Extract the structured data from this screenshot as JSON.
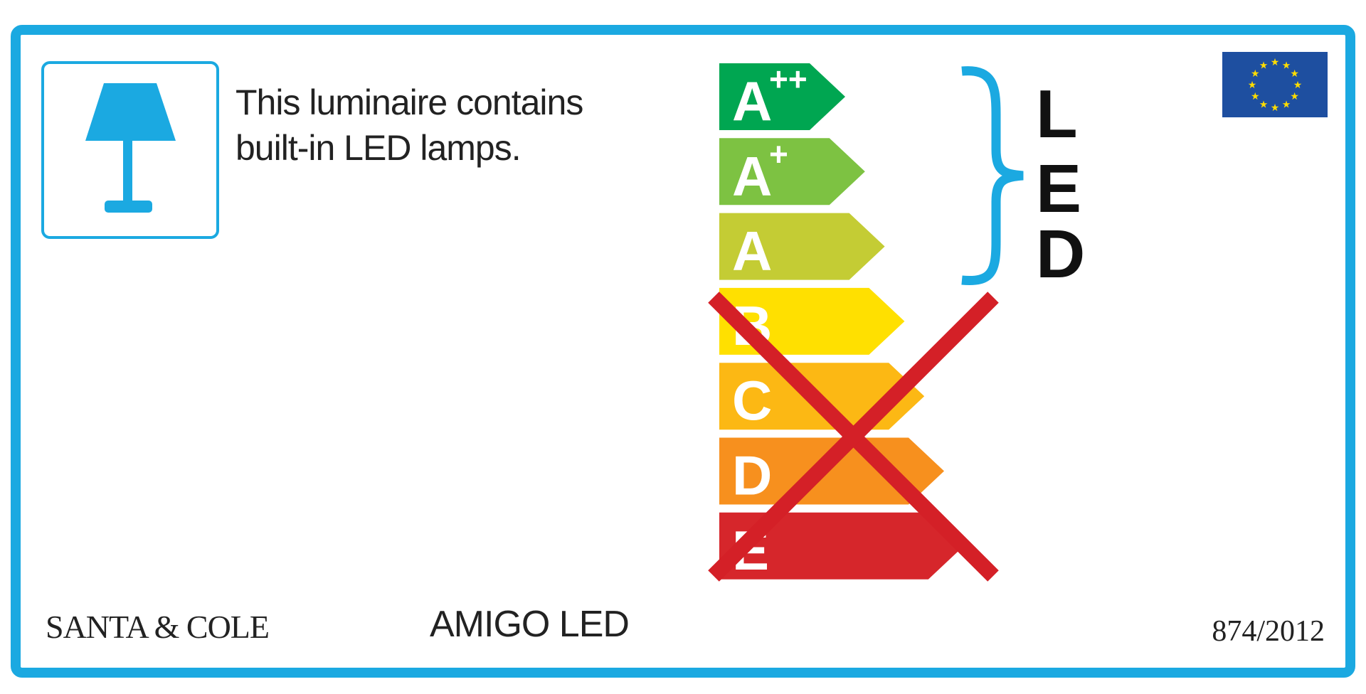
{
  "description": [
    "This luminaire contains",
    "built-in LED lamps."
  ],
  "led_label": [
    "L",
    "E",
    "D"
  ],
  "classes": [
    {
      "label": "A",
      "sup": "++",
      "color": "#00a651",
      "crossed": false
    },
    {
      "label": "A",
      "sup": "+",
      "color": "#7dc242",
      "crossed": false
    },
    {
      "label": "A",
      "sup": "",
      "color": "#c4cc34",
      "crossed": false
    },
    {
      "label": "B",
      "sup": "",
      "color": "#ffe000",
      "crossed": true
    },
    {
      "label": "C",
      "sup": "",
      "color": "#fcb814",
      "crossed": true
    },
    {
      "label": "D",
      "sup": "",
      "color": "#f7901e",
      "crossed": true
    },
    {
      "label": "E",
      "sup": "",
      "color": "#d6262b",
      "crossed": true
    }
  ],
  "colors": {
    "frame": "#1ba9e1",
    "cross": "#d42027",
    "eu_flag": "#1e4fa0",
    "eu_stars": "#ffdd00"
  },
  "icons": {
    "lamp": "table-lamp-icon",
    "flag": "eu-flag-icon"
  },
  "footer": {
    "brand": "SANTA & COLE",
    "model": "AMIGO LED",
    "regulation": "874/2012"
  }
}
